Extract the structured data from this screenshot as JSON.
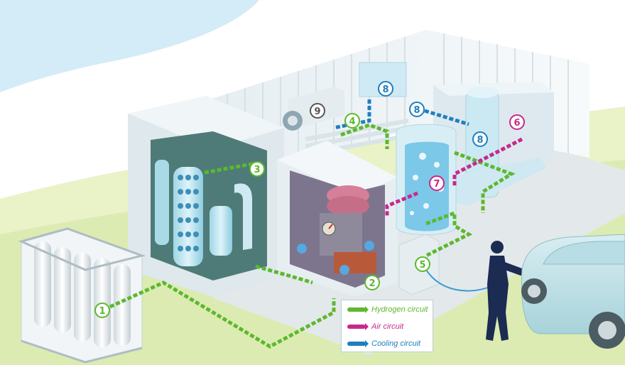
{
  "callouts": [
    {
      "id": "1",
      "label": "1",
      "color": "#5cb82e"
    },
    {
      "id": "2",
      "label": "2",
      "color": "#5cb82e"
    },
    {
      "id": "3",
      "label": "3",
      "color": "#5cb82e"
    },
    {
      "id": "4",
      "label": "4",
      "color": "#5cb82e"
    },
    {
      "id": "5",
      "label": "5",
      "color": "#5cb82e"
    },
    {
      "id": "6",
      "label": "6",
      "color": "#c8288c"
    },
    {
      "id": "7",
      "label": "7",
      "color": "#c8288c"
    },
    {
      "id": "8a",
      "label": "8",
      "color": "#1f7fbf"
    },
    {
      "id": "8b",
      "label": "8",
      "color": "#1f7fbf"
    },
    {
      "id": "8c",
      "label": "8",
      "color": "#1f7fbf"
    },
    {
      "id": "9",
      "label": "9",
      "color": "#555555"
    }
  ],
  "legend": {
    "hydrogen": {
      "label": "Hydrogen circuit",
      "color": "#5cb82e"
    },
    "air": {
      "label": "Air circuit",
      "color": "#c8288c"
    },
    "cooling": {
      "label": "Cooling circuit",
      "color": "#1f7fbf"
    }
  }
}
